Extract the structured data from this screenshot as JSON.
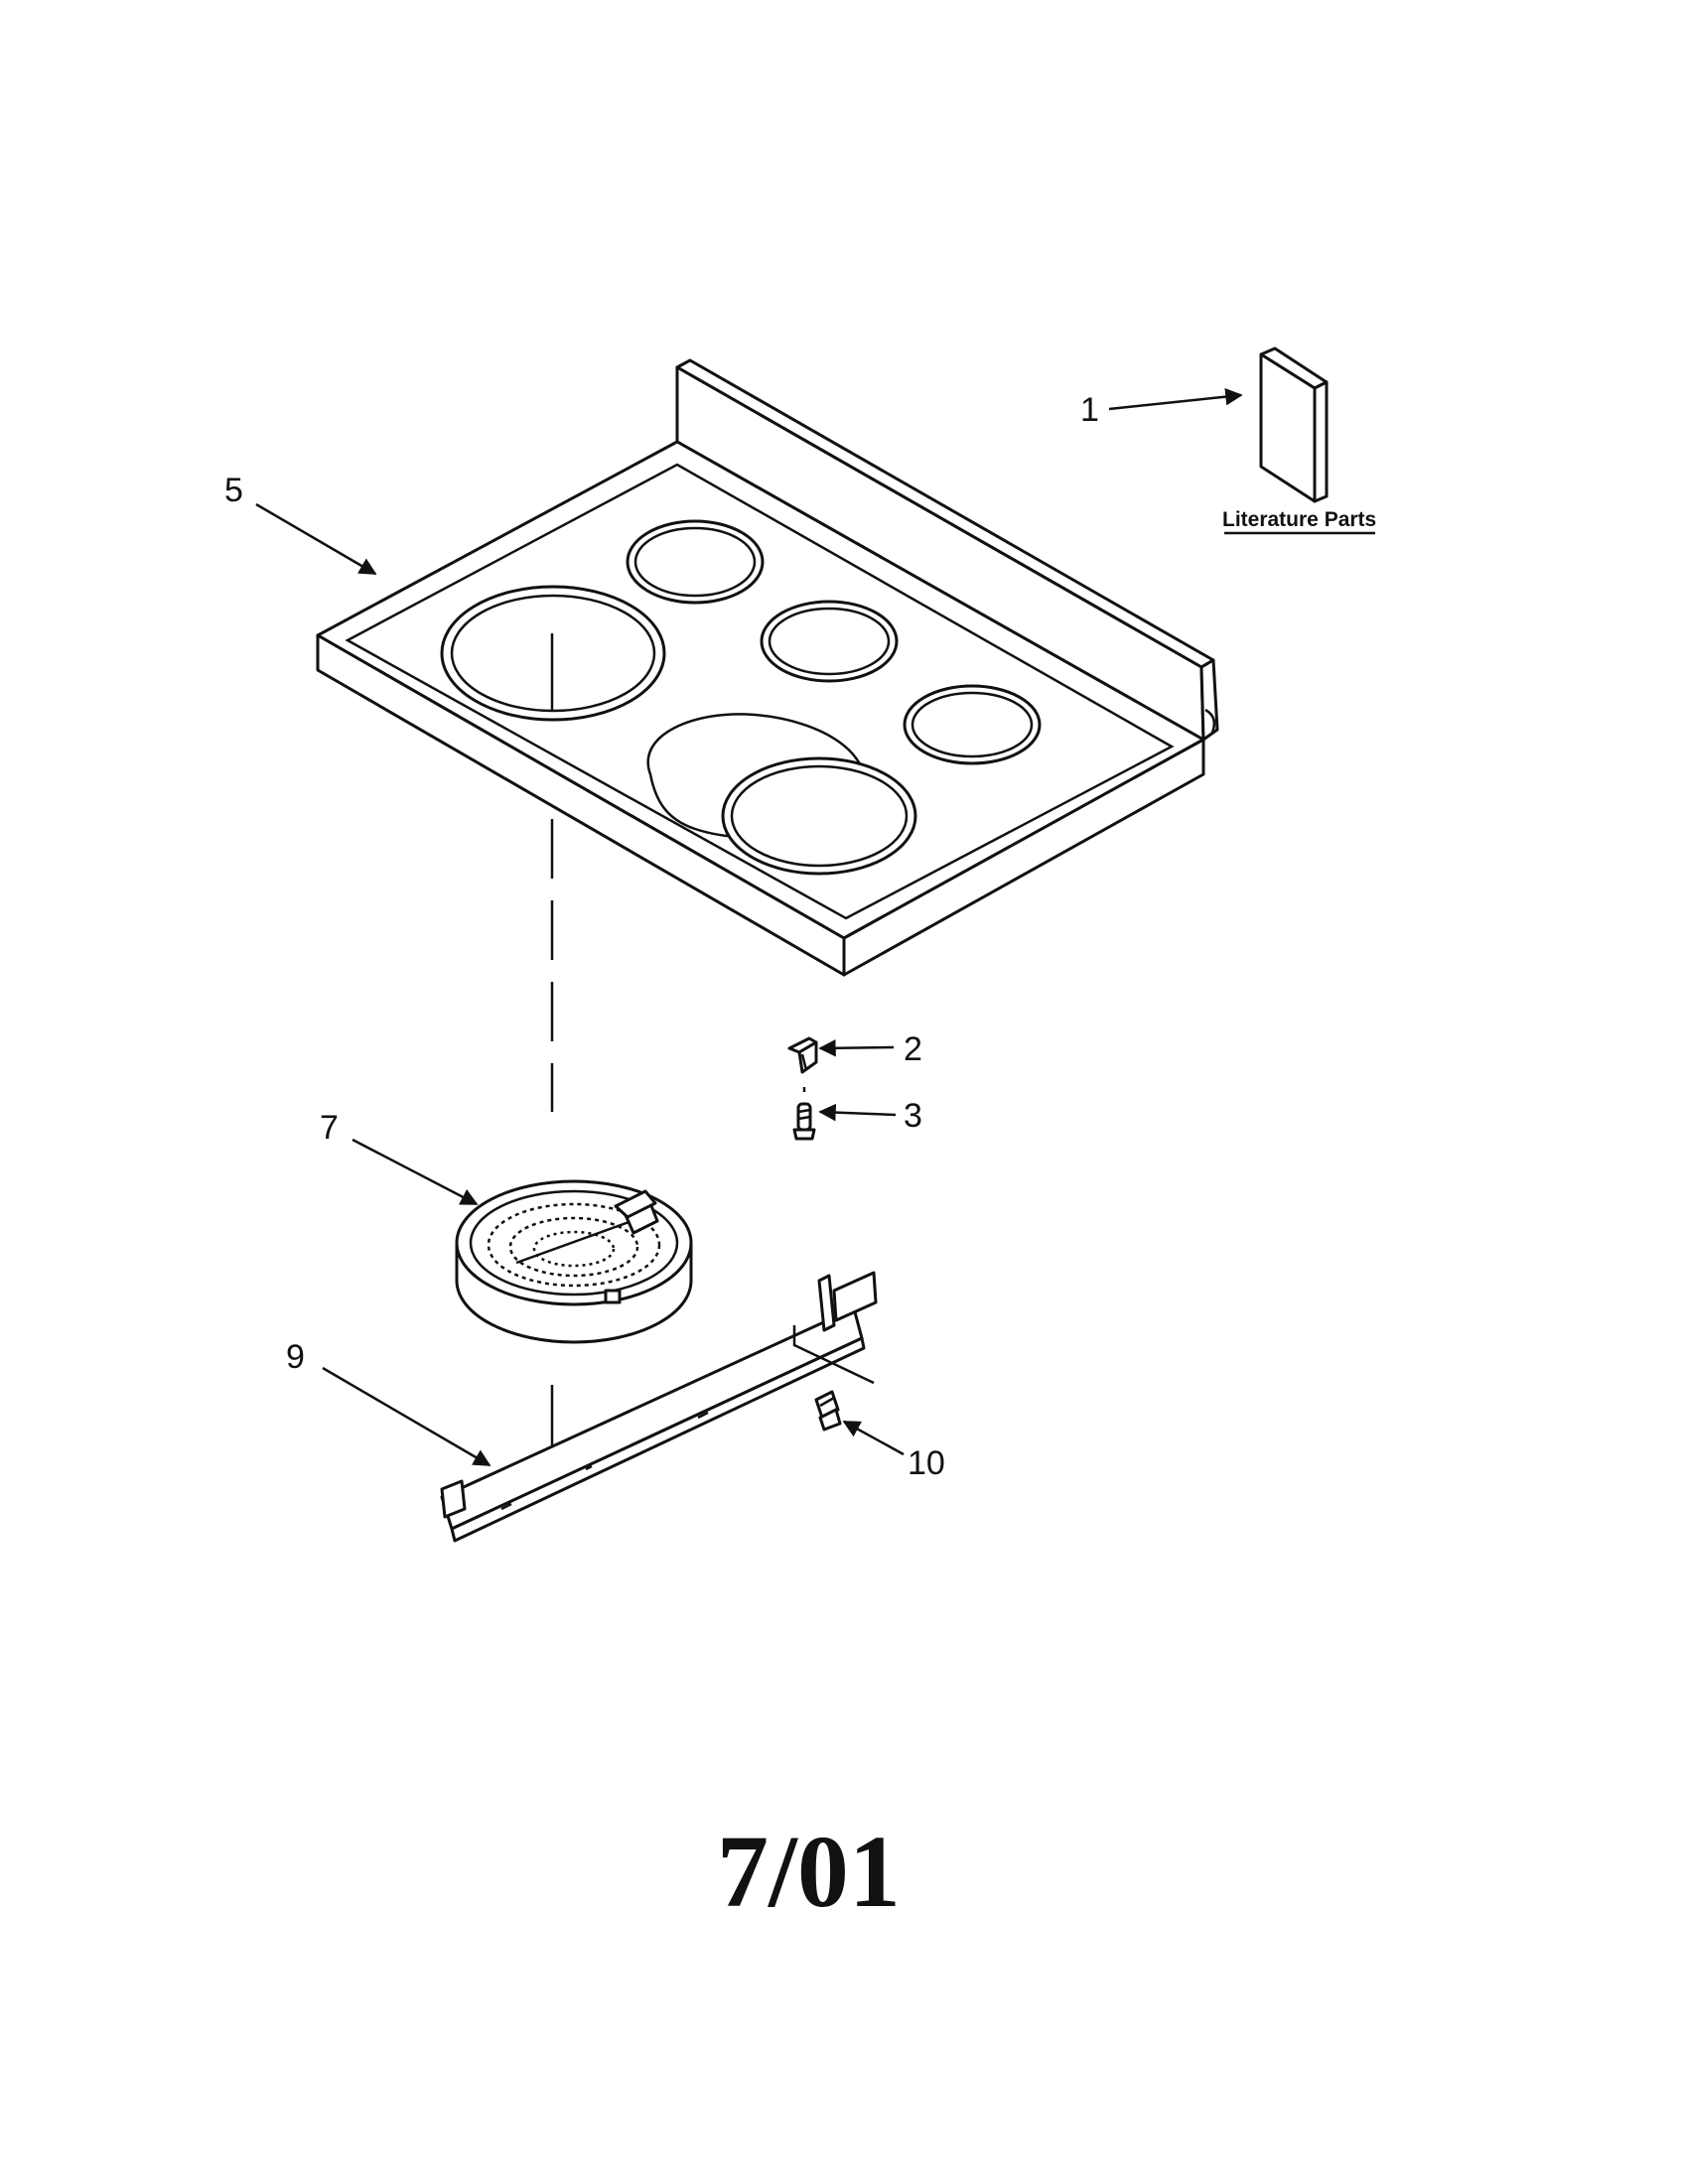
{
  "callouts": {
    "c1": "1",
    "c2": "2",
    "c3": "3",
    "c5": "5",
    "c7": "7",
    "c9": "9",
    "c10": "10"
  },
  "literature_label": "Literature Parts",
  "date_code": "7/01",
  "colors": {
    "ink": "#111111",
    "paper": "#ffffff"
  }
}
